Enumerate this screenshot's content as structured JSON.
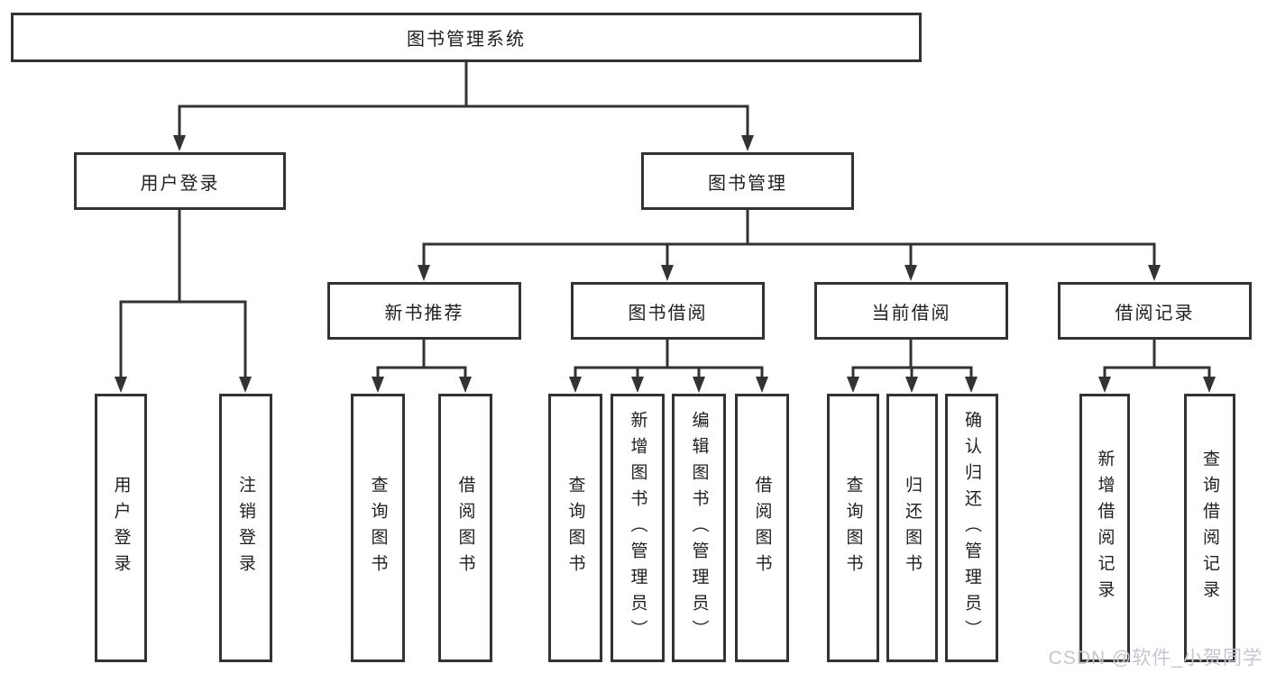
{
  "diagram": {
    "root": {
      "label": "图书管理系统"
    },
    "level2": [
      {
        "label": "用户登录"
      },
      {
        "label": "图书管理"
      }
    ],
    "level3": [
      {
        "label": "新书推荐"
      },
      {
        "label": "图书借阅"
      },
      {
        "label": "当前借阅"
      },
      {
        "label": "借阅记录"
      }
    ],
    "leaves": {
      "user_login": [
        "用户登录",
        "注销登录"
      ],
      "new_book": [
        "查询图书",
        "借阅图书"
      ],
      "book_borrow": [
        "查询图书",
        "新增图书（管理员）",
        "编辑图书（管理员）",
        "借阅图书"
      ],
      "current_borrow": [
        "查询图书",
        "归还图书",
        "确认归还（管理员）"
      ],
      "borrow_record": [
        "新增借阅记录",
        "查询借阅记录"
      ]
    }
  },
  "watermark": {
    "text": "CSDN @软件_小贺同学"
  },
  "colors": {
    "line": "#333333",
    "box_border": "#333333",
    "text": "#1f1f1f",
    "background": "#ffffff",
    "watermark": "#c3c7cd"
  }
}
